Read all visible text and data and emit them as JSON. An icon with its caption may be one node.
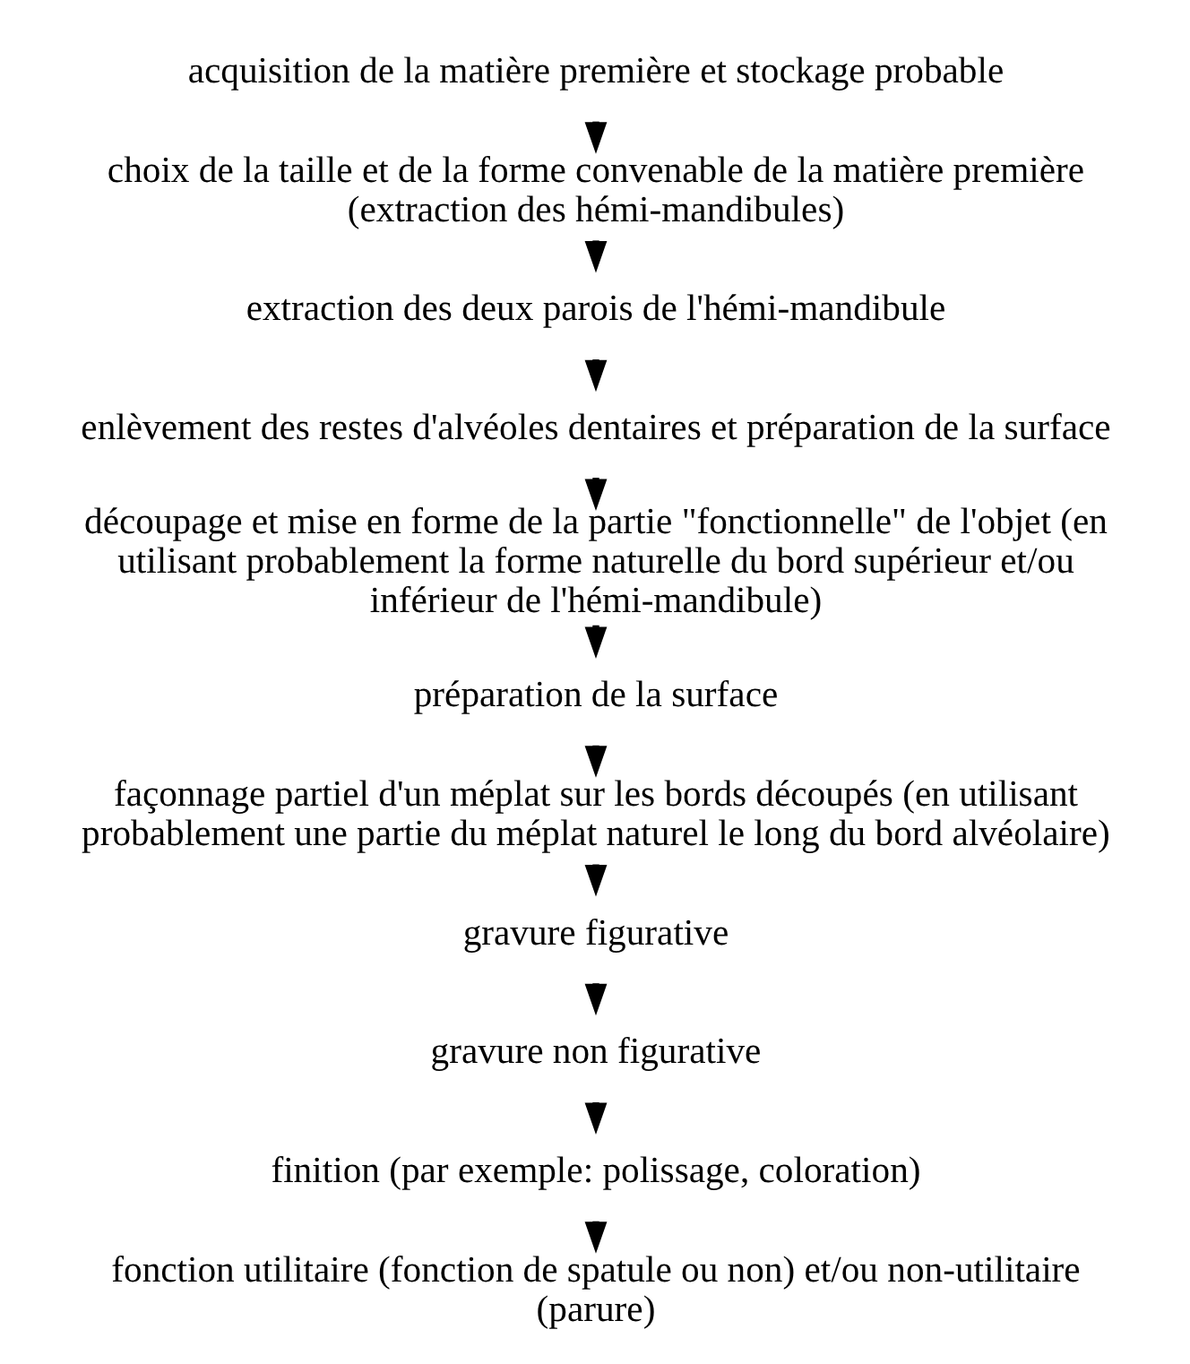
{
  "diagram": {
    "nodes": [
      {
        "text": [
          "acquisition de la matière première et stockage probable"
        ]
      },
      {
        "text": [
          "choix de la taille et de la forme convenable de la matière première (extraction des hémi-mandibules)"
        ]
      },
      {
        "text": [
          "extraction des deux parois de l'hémi-mandibule"
        ]
      },
      {
        "text": [
          "enlèvement des restes d'alvéoles dentaires et préparation de la surface"
        ]
      },
      {
        "text": [
          "découpage et mise en forme de la partie \"fonctionnelle\" de l'objet (en utilisant probablement la forme naturelle du bord supérieur et/ou inférieur de l'hémi-mandibule)"
        ]
      },
      {
        "text": [
          "préparation de la surface"
        ]
      },
      {
        "text": [
          "façonnage partiel d'un méplat sur les bords découpés (en utilisant probablement une partie du méplat naturel le long du bord alvéolaire)"
        ]
      },
      {
        "text": [
          "gravure figurative"
        ]
      },
      {
        "text": [
          "gravure non figurative"
        ]
      },
      {
        "text": [
          "finition (par exemple: polissage, coloration)"
        ]
      },
      {
        "text": [
          "fonction utilitaire (fonction de spatule ou non) et/ou non-utilitaire (parure)"
        ]
      }
    ],
    "edges": [
      {
        "from": 0,
        "to": 1,
        "arrow": "to"
      },
      {
        "from": 1,
        "to": 2,
        "arrow": "to"
      },
      {
        "from": 2,
        "to": 3,
        "arrow": "to"
      },
      {
        "from": 3,
        "to": 4,
        "arrow": "to"
      },
      {
        "from": 4,
        "to": 5,
        "arrow": "to"
      },
      {
        "from": 5,
        "to": 6,
        "arrow": "to"
      },
      {
        "from": 6,
        "to": 7,
        "arrow": "to"
      },
      {
        "from": 7,
        "to": 8,
        "arrow": "to"
      },
      {
        "from": 8,
        "to": 9,
        "arrow": "to"
      },
      {
        "from": 9,
        "to": 10,
        "arrow": "to"
      }
    ]
  }
}
